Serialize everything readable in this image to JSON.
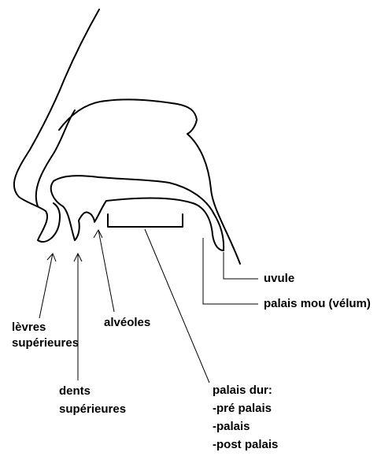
{
  "labels": {
    "uvule": "uvule",
    "palais_mou": "palais mou (vélum)",
    "levres_1": "lèvres",
    "levres_2": "supérieures",
    "alveoles": "alvéoles",
    "dents_1": "dents",
    "dents_2": "supérieures",
    "palais_dur_title": "palais dur:",
    "palais_dur_items": [
      "-pré palais",
      "-palais",
      "-post palais"
    ]
  },
  "colors": {
    "line": "#000000",
    "background": "#ffffff"
  }
}
